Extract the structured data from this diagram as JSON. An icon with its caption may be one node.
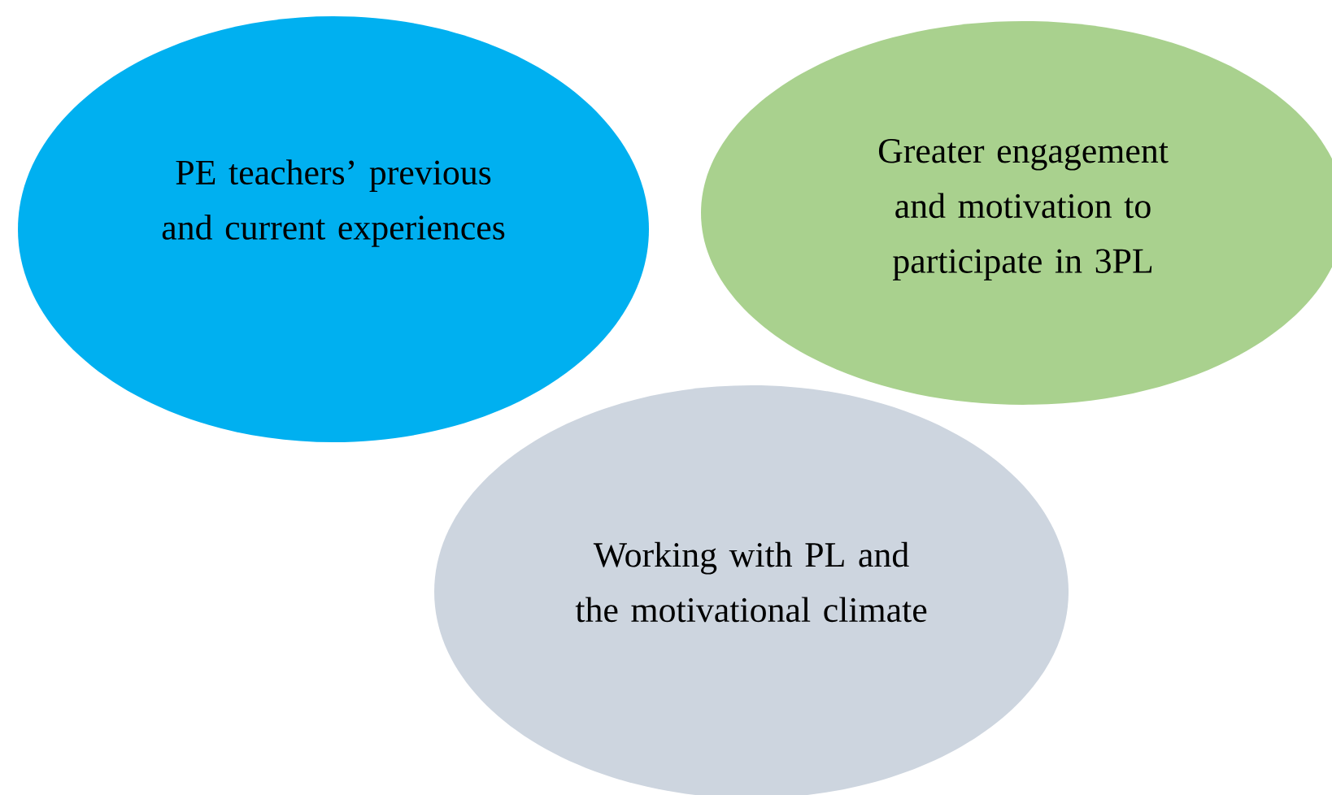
{
  "diagram": {
    "nodes": [
      {
        "text": [
          "PE teachers’ previous and current experiences"
        ]
      },
      {
        "text": [
          "Greater engagement and motivation to participate in 3PL"
        ]
      },
      {
        "text": [
          "Working with PL and the motivational climate"
        ]
      }
    ]
  }
}
